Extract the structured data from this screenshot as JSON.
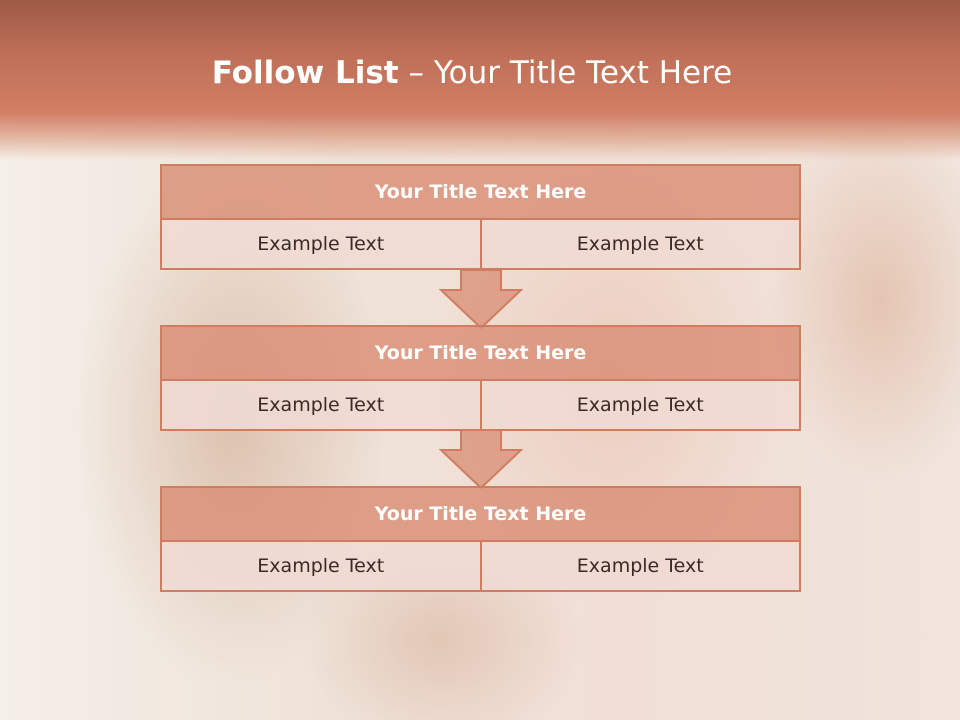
{
  "slide": {
    "title_bold": "Follow List",
    "title_rest": " – Your Title Text Here"
  },
  "blocks": [
    {
      "title": "Your Title Text Here",
      "left": "Example Text",
      "right": "Example Text"
    },
    {
      "title": "Your Title Text Here",
      "left": "Example Text",
      "right": "Example Text"
    },
    {
      "title": "Your Title Text Here",
      "left": "Example Text",
      "right": "Example Text"
    }
  ],
  "colors": {
    "accent": "#cf7c5f",
    "header_fill": "#d8927a",
    "cell_fill": "#f0dad4"
  }
}
